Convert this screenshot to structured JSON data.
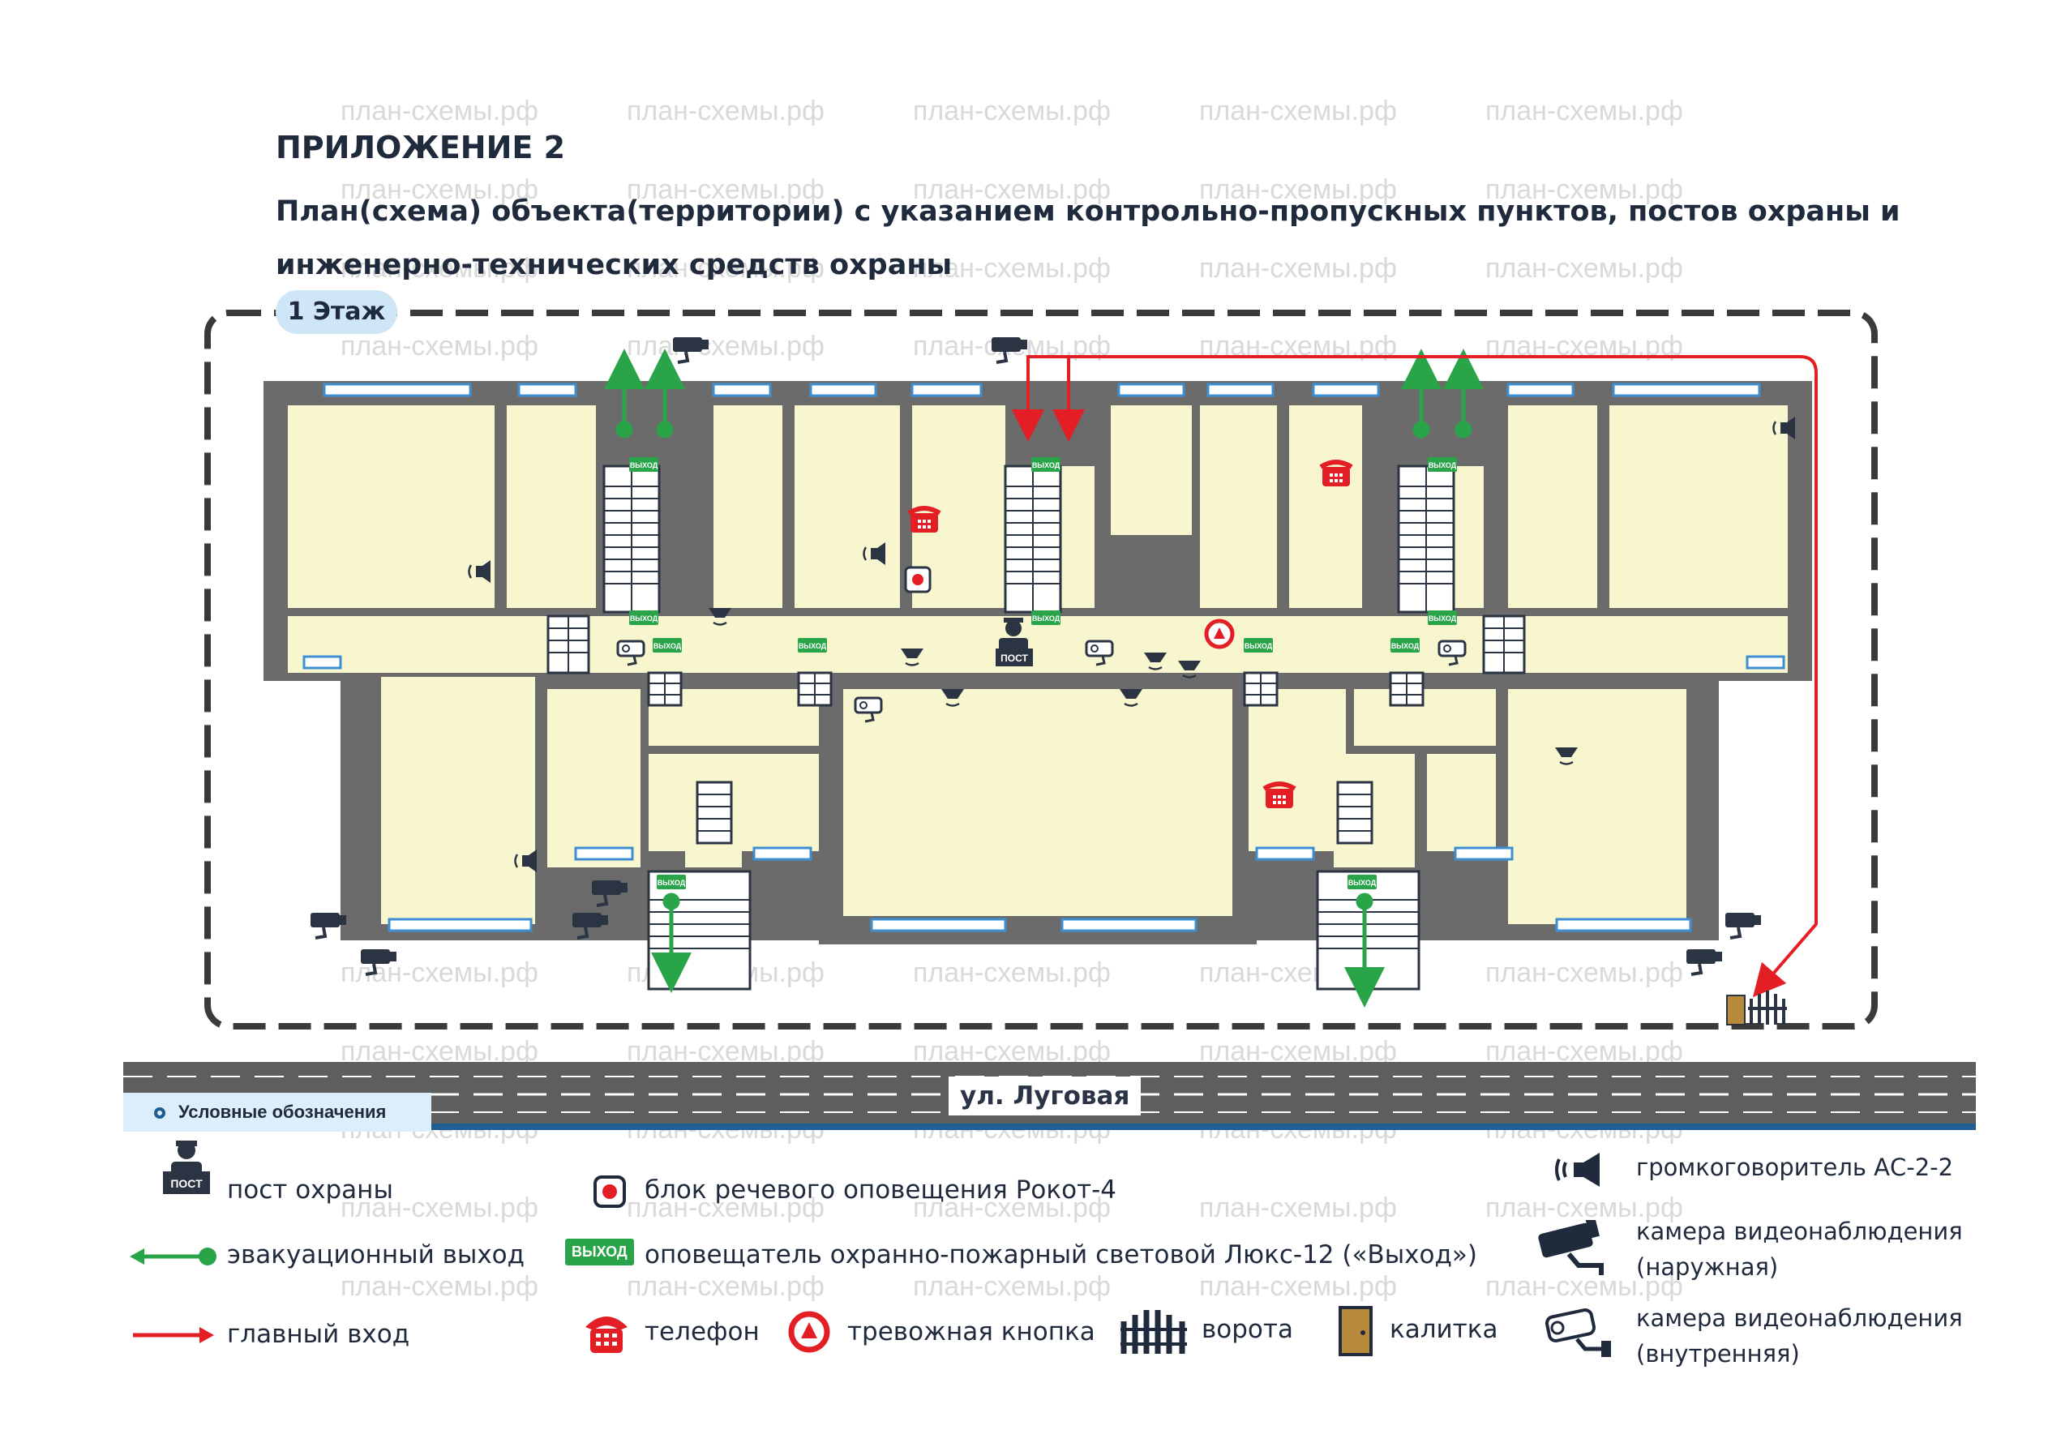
{
  "title": "ПРИЛОЖЕНИЕ 2",
  "subtitle": "План(схема) объекта(территории) с указанием контрольно-пропускных пунктов, постов охраны и инженерно-технических средств охраны",
  "floor_label": "1 Этаж",
  "street_label": "ул. Луговая",
  "watermark": "план-схемы.рф",
  "sign_exit": "ВЫХОД",
  "sign_post": "ПОСТ",
  "legend": {
    "header": "Условные обозначения",
    "guard_post": "пост охраны",
    "evac_exit": "эвакуационный выход",
    "main_entrance": "главный вход",
    "speech_unit": "блок речевого оповещения Рокот-4",
    "exit_sign_badge": "ВЫХОД",
    "exit_sign": "оповещатель охранно-пожарный световой Люкс-12 («Выход»)",
    "phone": "телефон",
    "alarm_button": "тревожная кнопка",
    "gate": "ворота",
    "wicket": "калитка",
    "speaker": "громкоговоритель АС-2-2",
    "camera_outdoor_1": "камера видеонаблюдения",
    "camera_outdoor_2": "(наружная)",
    "camera_indoor_1": "камера видеонаблюдения",
    "camera_indoor_2": "(внутренняя)"
  },
  "colors": {
    "wall": "#6b6b6b",
    "room": "#f8f6cf",
    "window": "#3d8fd1",
    "evac": "#2aa449",
    "entrance": "#e31e24",
    "accent": "#1f5d93",
    "text": "#1f2a3d"
  }
}
